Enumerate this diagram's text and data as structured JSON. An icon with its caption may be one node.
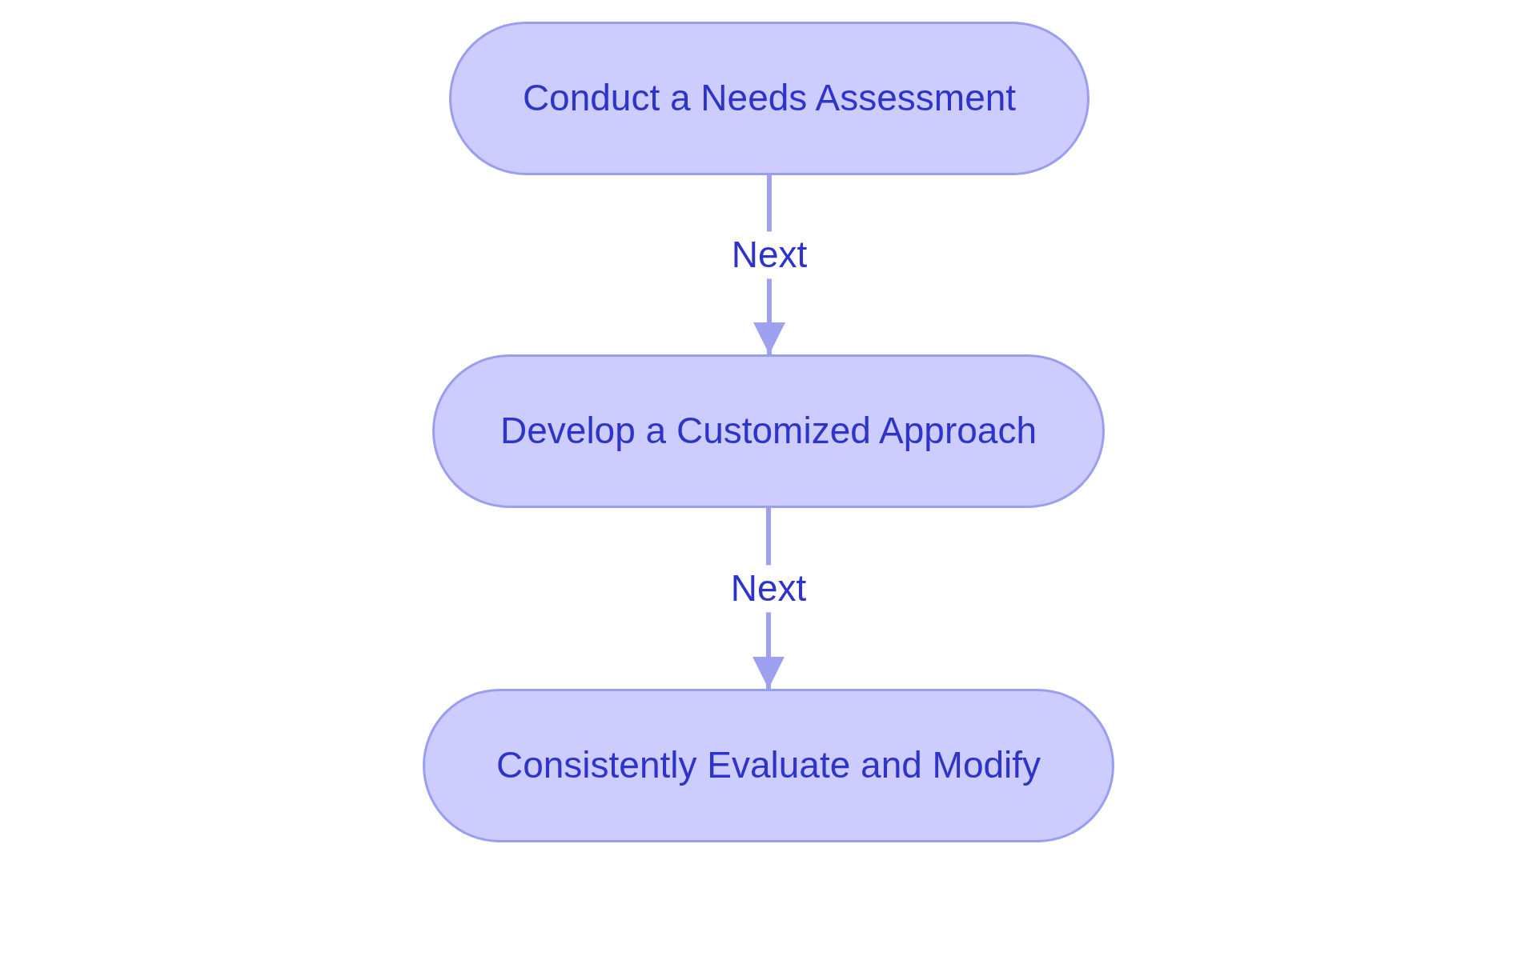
{
  "diagram": {
    "nodes": [
      {
        "text": [
          "Conduct a Needs Assessment"
        ]
      },
      {
        "text": [
          "Develop a Customized Approach"
        ]
      },
      {
        "text": [
          "Consistently Evaluate and Modify"
        ]
      }
    ],
    "edges": [
      {
        "from": 0,
        "to": 1,
        "arrow": "to",
        "label": "Next"
      },
      {
        "from": 1,
        "to": 2,
        "arrow": "to",
        "label": "Next"
      }
    ]
  }
}
